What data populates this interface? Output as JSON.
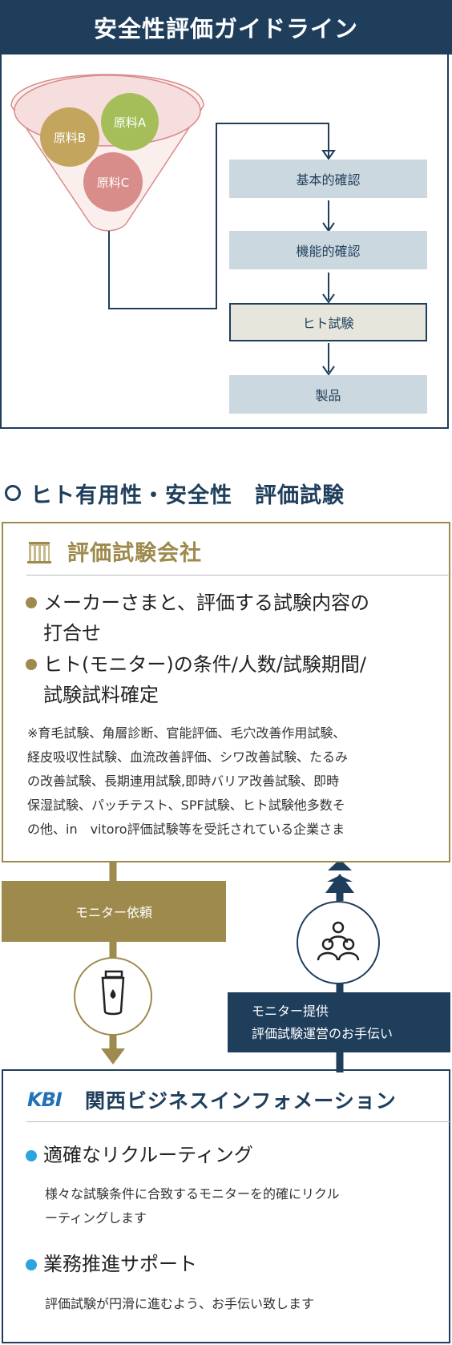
{
  "guide": {
    "title": "安全性評価ガイドライン",
    "ingredients": [
      "原料A",
      "原料B",
      "原料C"
    ],
    "steps": [
      "基本的確認",
      "機能的確認",
      "ヒト試験",
      "製品"
    ]
  },
  "section": {
    "title": "ヒト有用性・安全性　評価試験"
  },
  "company": {
    "title": "評価試験会社",
    "bullets": [
      [
        "メーカーさまと、評価する試験内容の",
        "打合せ"
      ],
      [
        "ヒト(モニター)の条件/人数/試験期間/",
        "試験試料確定"
      ]
    ],
    "note": [
      "※育毛試験、角層診断、官能評価、毛穴改善作用試験、",
      "経皮吸収性試験、血流改善評価、シワ改善試験、たるみ",
      "の改善試験、長期連用試験,即時バリア改善試験、即時",
      "保湿試験、パッチテスト、SPF試験、ヒト試験他多数そ",
      "の他、in　vitoro評価試験等を受託されている企業さま"
    ]
  },
  "flow": {
    "request_label": "モニター依頼",
    "provide_label_1": "モニター提供",
    "provide_label_2": "評価試験運営のお手伝い"
  },
  "kbi": {
    "logo_text": "KBI",
    "title": "関西ビジネスインフォメーション",
    "items": [
      {
        "heading": "適確なリクルーティング",
        "desc": [
          "様々な試験条件に合致するモニターを的確にリクル",
          "ーティングします"
        ]
      },
      {
        "heading": "業務推進サポート",
        "desc": [
          "評価試験が円滑に進むよう、お手伝い致します"
        ]
      }
    ]
  },
  "colors": {
    "navy": "#1f3e5c",
    "gold": "#9e8a4c",
    "step_bg": "#ccd8df",
    "accent_blue": "#2ba4e0",
    "ingredient_a": "#a6be5a",
    "ingredient_b": "#c3a55e",
    "ingredient_c": "#d88d8a"
  },
  "icons": [
    "building-icon",
    "people-icon",
    "cream-tube-icon",
    "circle-bullet-icon"
  ]
}
